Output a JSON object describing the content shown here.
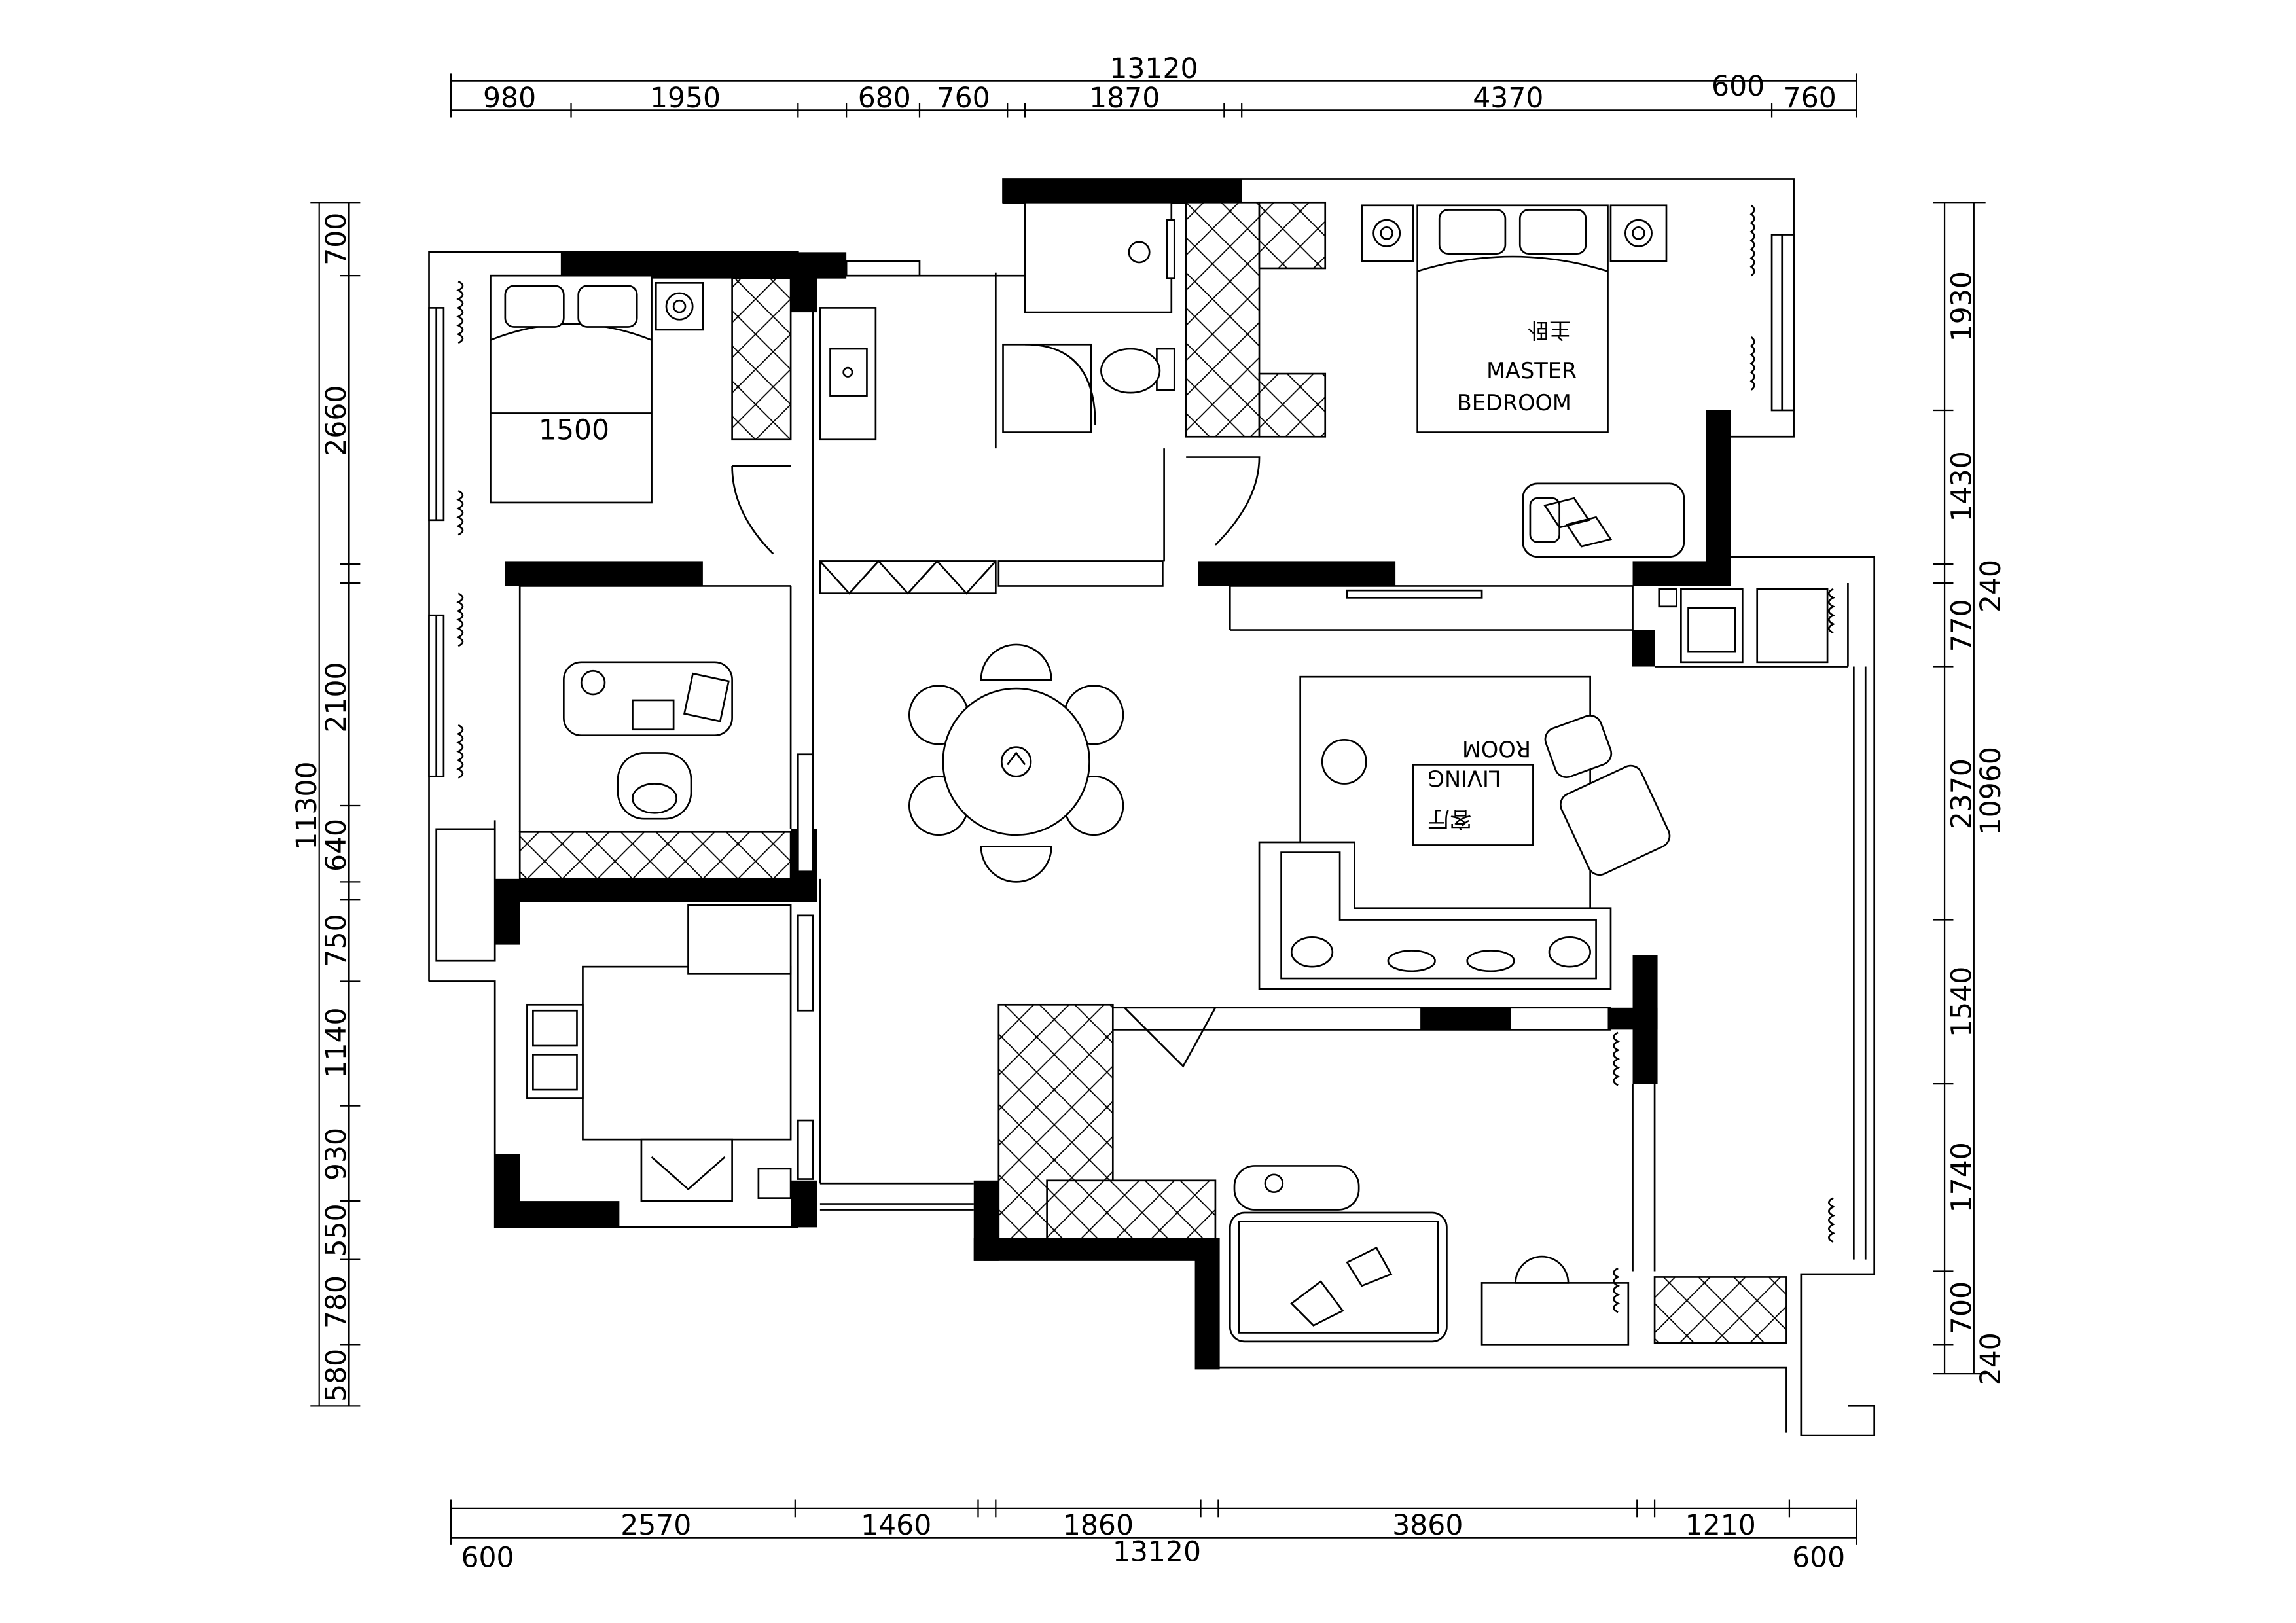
{
  "dims": {
    "top_total": "13120",
    "top": [
      "980",
      "1950",
      "680",
      "760",
      "1870",
      "4370",
      "600",
      "760"
    ],
    "bottom": [
      "2570",
      "1460",
      "1860",
      "3860",
      "1210"
    ],
    "bottom_ends": [
      "600",
      "600"
    ],
    "bottom_total": "13120",
    "left_total": "11300",
    "left": [
      "700",
      "2660",
      "2100",
      "640",
      "750",
      "1140",
      "930",
      "550",
      "780",
      "580"
    ],
    "right": [
      "1930",
      "1430",
      "240",
      "770",
      "2370",
      "1540",
      "1740",
      "700",
      "240"
    ],
    "right_total": "10960",
    "bed_width": "1500"
  },
  "rooms": {
    "master_cn": "主卧",
    "master_en_1": "MASTER",
    "master_en_2": "BEDROOM",
    "living_cn": "客厅",
    "living_en_1": "LIVING",
    "living_en_2": "ROOM"
  }
}
